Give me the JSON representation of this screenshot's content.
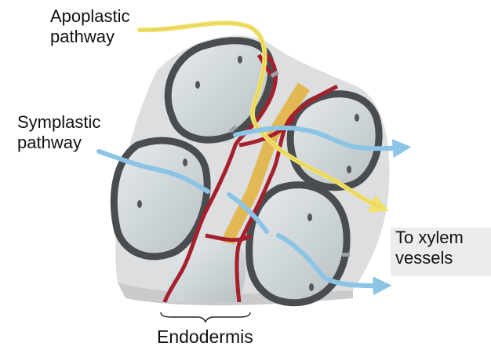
{
  "labels": {
    "apoplastic_line1": "Apoplastic",
    "apoplastic_line2": "pathway",
    "symplastic_line1": "Symplastic",
    "symplastic_line2": "pathway",
    "xylem_line1": "To xylem",
    "xylem_line2": "vessels",
    "endodermis": "Endodermis"
  },
  "colors": {
    "cell_wall": "#4a4d50",
    "cytoplasm": "#c9d1d3",
    "casparian_strip": "#a5202c",
    "strip_band": "#e3b23c",
    "apoplastic_arrow": "#f1e06a",
    "symplastic_arrow": "#8cc4e6",
    "tissue": "#dcdee0"
  },
  "icons": {
    "apoplastic": "yellow-pathway-arrow",
    "symplastic": "blue-pathway-arrow"
  }
}
